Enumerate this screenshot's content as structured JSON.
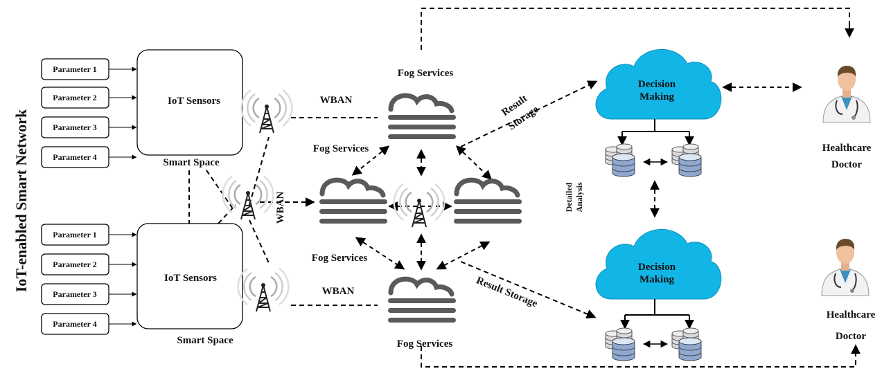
{
  "side_title": "IoT-enabled Smart  Network",
  "params_top": [
    "Parameter 1",
    "Parameter 2",
    "Parameter 3",
    "Parameter 4"
  ],
  "params_bottom": [
    "Parameter 1",
    "Parameter 2",
    "Parameter 3",
    "Parameter 4"
  ],
  "iot_sensors_top": "IoT Sensors",
  "iot_sensors_bottom": "IoT Sensors",
  "smart_space_top": "Smart Space",
  "smart_space_bottom": "Smart Space",
  "wban_top": "WBAN",
  "wban_middle": "WBAN",
  "wban_bottom": "WBAN",
  "fog_top": "Fog Services",
  "fog_left": "Fog Services",
  "fog_left_below": "Fog Services",
  "fog_bottom": "Fog Services",
  "result_storage_top_1": "Result",
  "result_storage_top_2": "Storage",
  "result_storage_bottom": "Result Storage",
  "decision_top_1": "Decision",
  "decision_top_2": "Making",
  "decision_bottom_1": "Decision",
  "decision_bottom_2": "Making",
  "detailed_1": "Detailed",
  "detailed_2": "Analysis",
  "doctor_top_1": "Healthcare",
  "doctor_top_2": "Doctor",
  "doctor_bottom_1": "Healthcare",
  "doctor_bottom_2": "Doctor",
  "colors": {
    "cloud": "#12b6e6",
    "fog": "#5a5a5a",
    "db_blue": "#8fa8cf",
    "db_gray": "#c9c9c9"
  }
}
